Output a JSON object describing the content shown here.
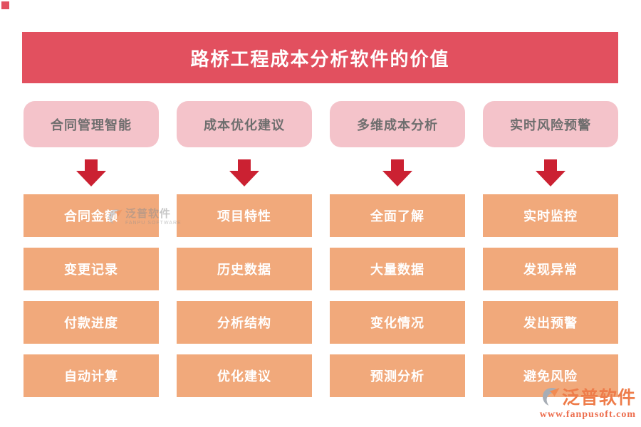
{
  "title": {
    "text": "路桥工程成本分析软件的价值"
  },
  "columns": [
    {
      "header": "合同管理智能",
      "items": [
        "合同金额",
        "变更记录",
        "付款进度",
        "自动计算"
      ]
    },
    {
      "header": "成本优化建议",
      "items": [
        "项目特性",
        "历史数据",
        "分析结构",
        "优化建议"
      ]
    },
    {
      "header": "多维成本分析",
      "items": [
        "全面了解",
        "大量数据",
        "变化情况",
        "预测分析"
      ]
    },
    {
      "header": "实时风险预警",
      "items": [
        "实时监控",
        "发现异常",
        "发出预警",
        "避免风险"
      ]
    }
  ],
  "watermark": {
    "text": "泛普软件",
    "subtext": "FANPU SOFTWARE"
  },
  "logo": {
    "text": "泛普软件",
    "url": "www.fanpusoft.com"
  },
  "icons": {
    "arrow": "down-arrow-icon",
    "brand": "fanpu-swoosh-icon"
  },
  "colors": {
    "banner_bg": "#e2505f",
    "banner_text": "#ffffff",
    "header_bg": "#f4c3ca",
    "header_text": "#6e6e6e",
    "arrow": "#cb2132",
    "item_bg": "#f1a97b",
    "item_text": "#ffffff",
    "watermark_text": "#8f8f8f",
    "logo_text": "#ee7c4a",
    "logo_url": "#ed6e4e",
    "logo_icon_gray": "#a7adb5",
    "logo_icon_orange": "#f28a50"
  }
}
